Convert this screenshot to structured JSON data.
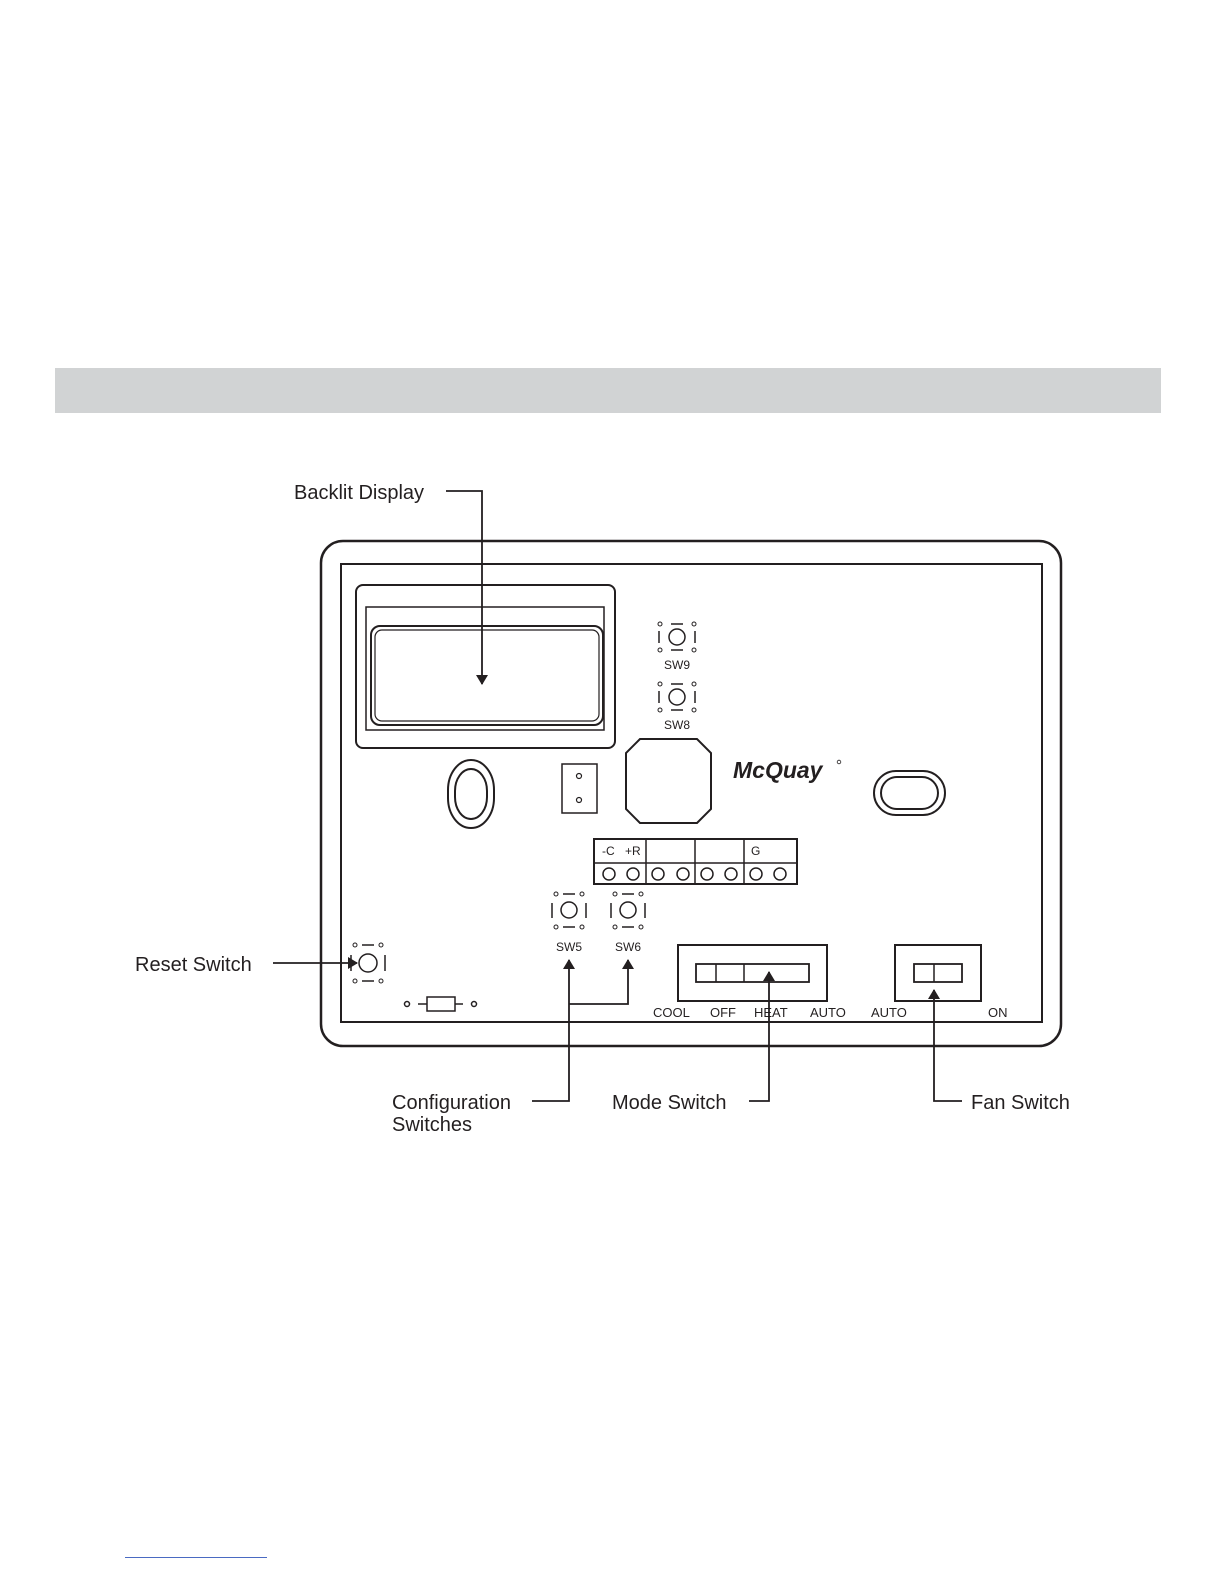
{
  "callouts": {
    "backlit_display": "Backlit Display",
    "reset_switch": "Reset Switch",
    "configuration_switches_line1": "Configuration",
    "configuration_switches_line2": "Switches",
    "mode_switch": "Mode Switch",
    "fan_switch": "Fan Switch"
  },
  "board": {
    "brand": "McQuay",
    "sw9": "SW9",
    "sw8": "SW8",
    "sw5": "SW5",
    "sw6": "SW6",
    "terminal_labels": [
      "-C",
      "+R",
      "G"
    ],
    "mode_positions": [
      "COOL",
      "OFF",
      "HEAT",
      "AUTO"
    ],
    "fan_positions": [
      "AUTO",
      "ON"
    ]
  }
}
